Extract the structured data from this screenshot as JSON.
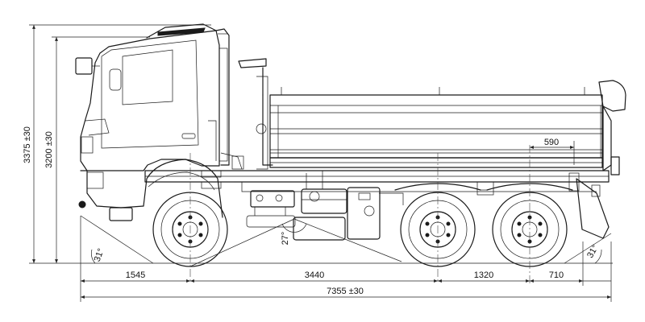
{
  "dimensions": {
    "total_height": "3375 ±30",
    "cab_height": "3200 ±30",
    "front_overhang": "1545",
    "wheelbase": "3440",
    "axle_spacing": "1320",
    "rear_overhang": "710",
    "overall_length": "7355 ±30",
    "body_extension": "590"
  },
  "angles": {
    "approach_angle": "31°",
    "ramp_angle": "27°",
    "departure_angle": "31°"
  }
}
